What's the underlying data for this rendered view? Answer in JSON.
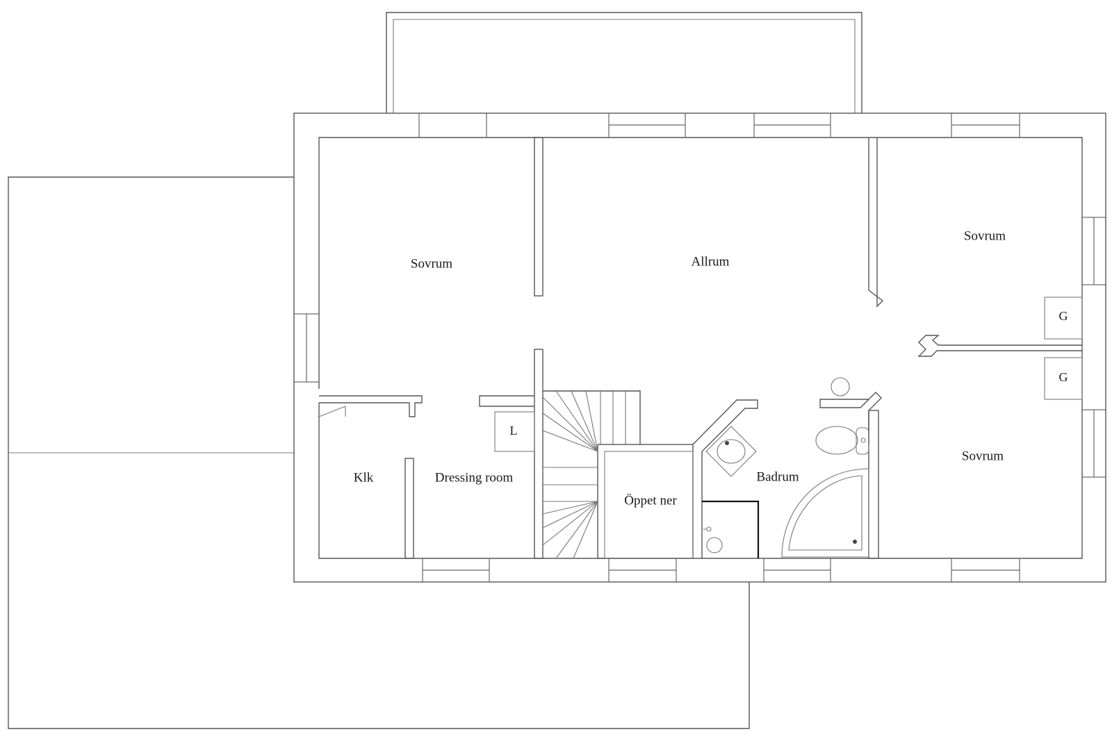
{
  "rooms": {
    "sovrum_west": "Sovrum",
    "allrum": "Allrum",
    "sovrum_northeast": "Sovrum",
    "sovrum_southeast": "Sovrum",
    "klk": "Klk",
    "dressing_room": "Dressing room",
    "oppet_ner": "Öppet ner",
    "badrum": "Badrum"
  },
  "markers": {
    "linen_closet": "L",
    "wardrobe_upper": "G",
    "wardrobe_lower": "G"
  }
}
